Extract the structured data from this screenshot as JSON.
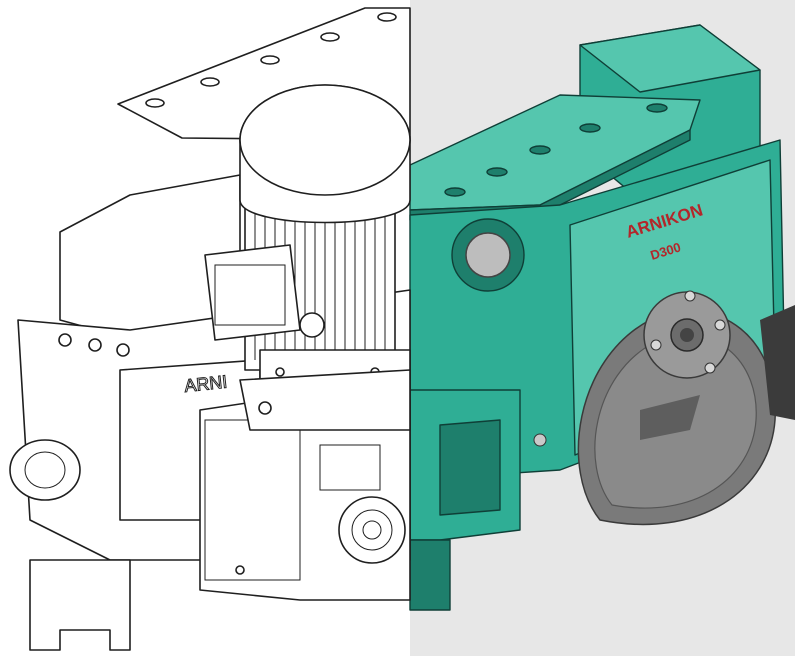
{
  "product": {
    "brand_label": "ARNIKON",
    "model_label": "D300",
    "outline_brand_fragment": "ARNI"
  },
  "colors": {
    "teal_body": "#2fae95",
    "teal_light": "#55c6ae",
    "teal_dark": "#1e7f6c",
    "background_right": "#e7e7e7",
    "background_left": "#ffffff",
    "lettering": "#b3262a",
    "wheel_grey": "#8a8a8a"
  },
  "icons": {
    "motor": "motor-icon",
    "wheel": "wheel-icon",
    "gearbox": "gearbox-icon"
  }
}
